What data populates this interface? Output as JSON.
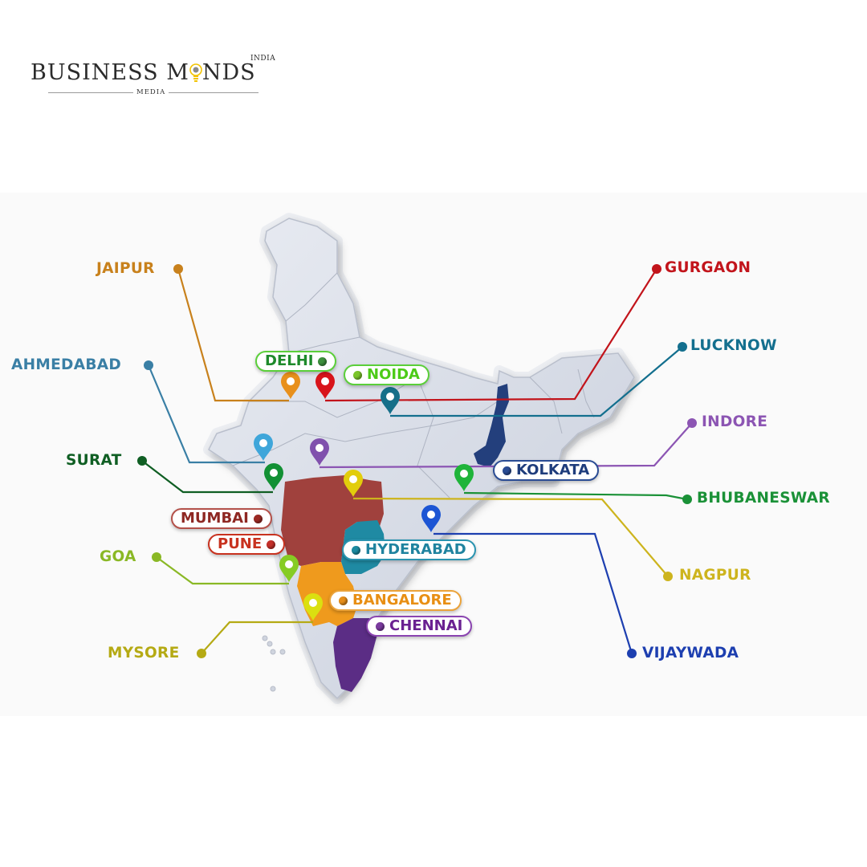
{
  "brand": {
    "name_part1": "BUSINESS M",
    "name_part2": "NDS",
    "superscript": "INDIA",
    "subtitle": "MEDIA",
    "bulb_color": "#f2c300"
  },
  "map": {
    "title": "India locations map",
    "panel_bg": "#fafafa",
    "land_color": "#d9dde8",
    "highlight_regions": [
      {
        "name": "maharashtra-region",
        "color": "#a0413d"
      },
      {
        "name": "telangana-region",
        "color": "#1f8aa3"
      },
      {
        "name": "karnataka-region",
        "color": "#ef9a1d"
      },
      {
        "name": "tamil-nadu-region",
        "color": "#5b2d85"
      },
      {
        "name": "west-bengal-region",
        "color": "#233f7c"
      }
    ]
  },
  "callouts": [
    {
      "name": "JAIPUR",
      "color": "#c8811c",
      "side": "left"
    },
    {
      "name": "AHMEDABAD",
      "color": "#3a7fa5",
      "side": "left"
    },
    {
      "name": "SURAT",
      "color": "#0f5e23",
      "side": "left"
    },
    {
      "name": "GOA",
      "color": "#8ab825",
      "side": "left"
    },
    {
      "name": "MYSORE",
      "color": "#b5aa14",
      "side": "left"
    },
    {
      "name": "GURGAON",
      "color": "#c2141b",
      "side": "right"
    },
    {
      "name": "LUCKNOW",
      "color": "#136f8e",
      "side": "right"
    },
    {
      "name": "INDORE",
      "color": "#8c55b3",
      "side": "right"
    },
    {
      "name": "BHUBANESWAR",
      "color": "#1a9137",
      "side": "right"
    },
    {
      "name": "NAGPUR",
      "color": "#cdb41d",
      "side": "right"
    },
    {
      "name": "VIJAYWADA",
      "color": "#1d3fb0",
      "side": "right"
    }
  ],
  "chips": [
    {
      "name": "DELHI",
      "color": "#1e8a2b",
      "dot": "#3c8f3c"
    },
    {
      "name": "NOIDA",
      "color": "#4ccb17",
      "dot": "#7bc52a"
    },
    {
      "name": "MUMBAI",
      "color": "#8e2722",
      "dot": "#9c2a24"
    },
    {
      "name": "PUNE",
      "color": "#c8321f",
      "dot": "#c4302a"
    },
    {
      "name": "HYDERABAD",
      "color": "#1f839f",
      "dot": "#1b8aa0"
    },
    {
      "name": "BANGALORE",
      "color": "#e88f14",
      "dot": "#e58d1a"
    },
    {
      "name": "CHENNAI",
      "color": "#6a2191",
      "dot": "#7a3b9e"
    },
    {
      "name": "KOLKATA",
      "color": "#1f3d7c",
      "dot": "#2a4c94"
    }
  ]
}
